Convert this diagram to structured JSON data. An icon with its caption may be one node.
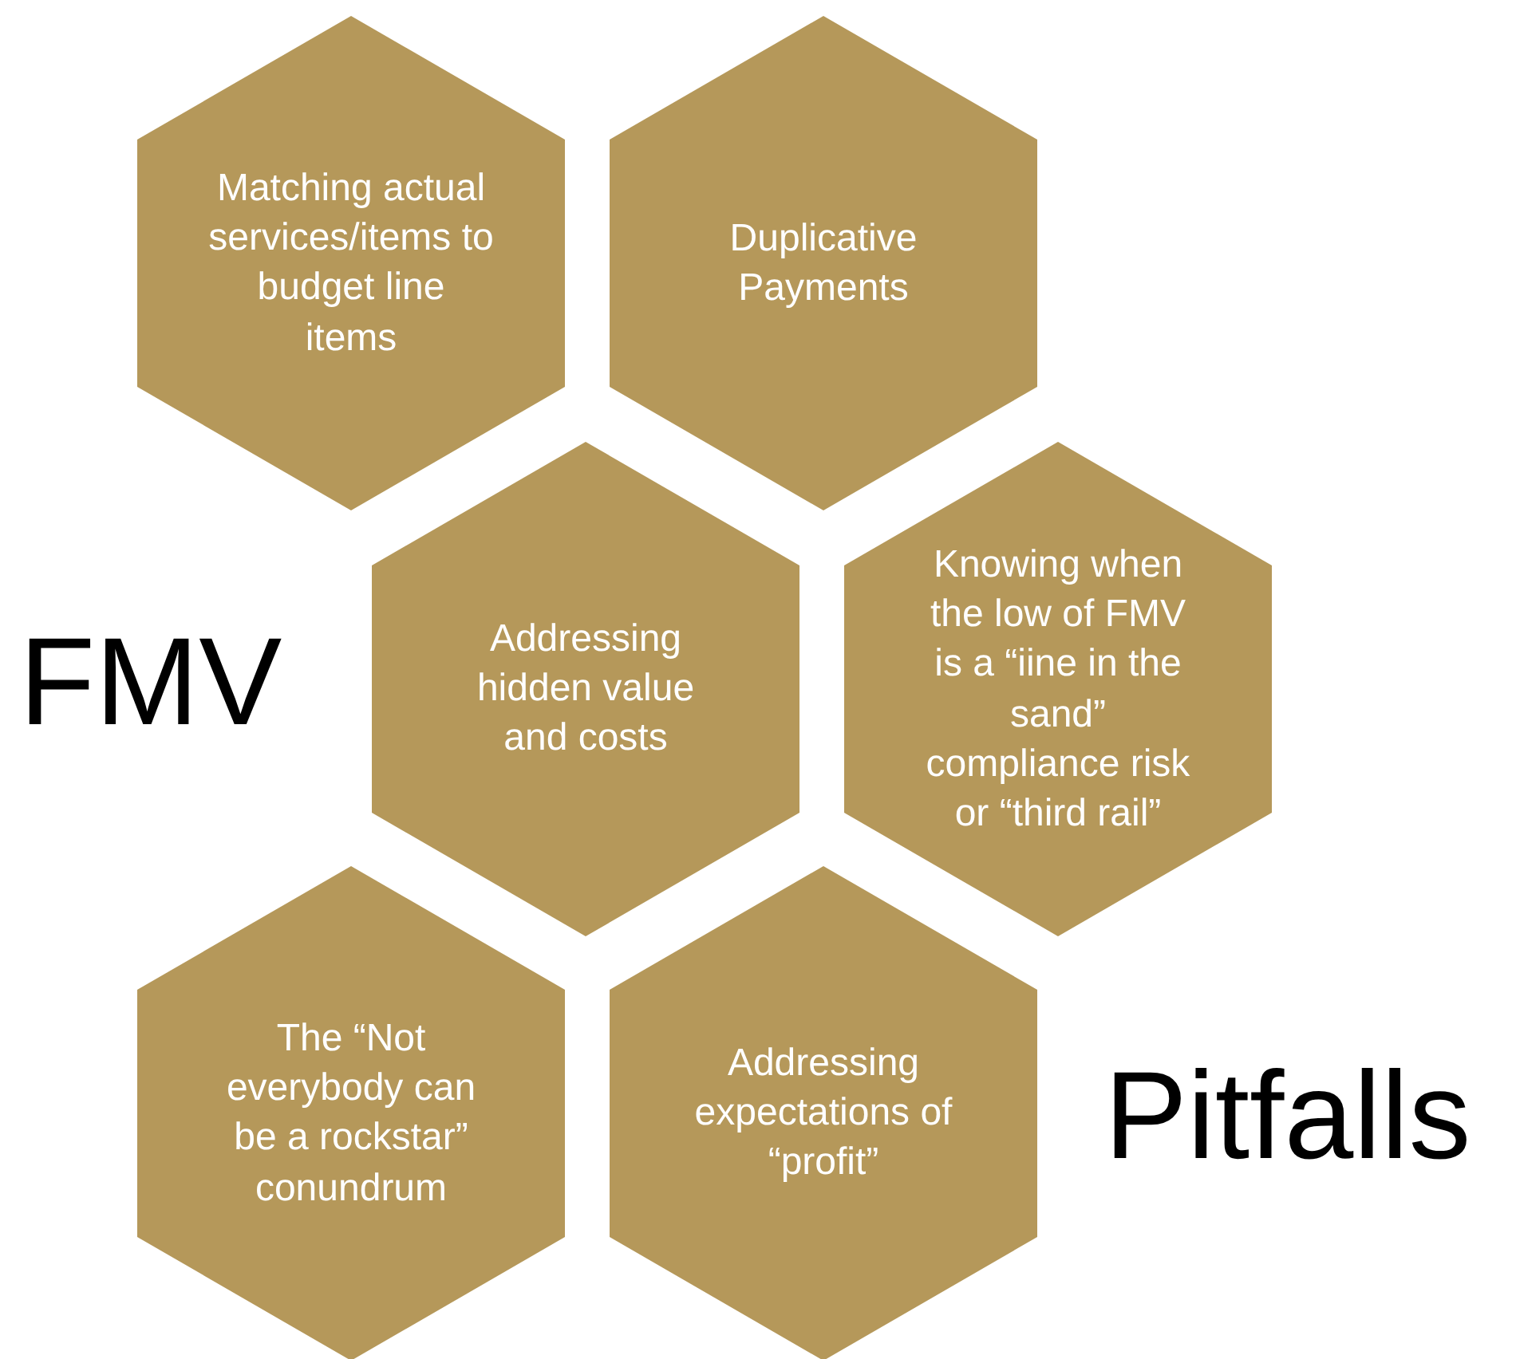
{
  "diagram": {
    "nodes": [
      {
        "text": [
          "Matching actual services/items to budget line items"
        ]
      },
      {
        "text": [
          "Duplicative Payments"
        ]
      },
      {
        "text": [
          "Addressing hidden value and costs"
        ]
      },
      {
        "text": [
          "Knowing when the low of FMV is a “iine in the sand” compliance risk or “third rail”"
        ]
      },
      {
        "text": [
          "The “Not everybody can be a rockstar” conundrum"
        ]
      },
      {
        "text": [
          "Addressing expectations of “profit”"
        ]
      }
    ],
    "labels": [
      "FMV",
      "Pitfalls"
    ]
  }
}
